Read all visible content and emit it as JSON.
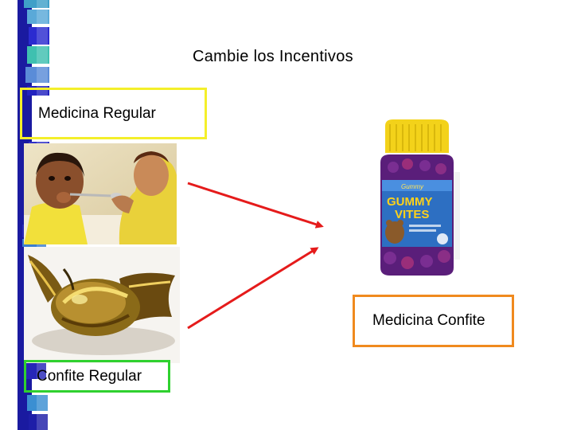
{
  "slide": {
    "title": "Cambie los Incentivos",
    "labels": {
      "regular_medicine": "Medicina Regular",
      "candy_medicine": "Medicina Confite",
      "regular_candy": "Confite Regular"
    },
    "vitamin_jar_text": {
      "brand_line": "Gummy",
      "product_line_1": "GUMMY",
      "product_line_2": "VITES"
    },
    "colors": {
      "yellow_box": "#f4ef2a",
      "orange_box": "#f08a1e",
      "green_box": "#2fd12f",
      "arrow": "#e51b1b"
    }
  }
}
